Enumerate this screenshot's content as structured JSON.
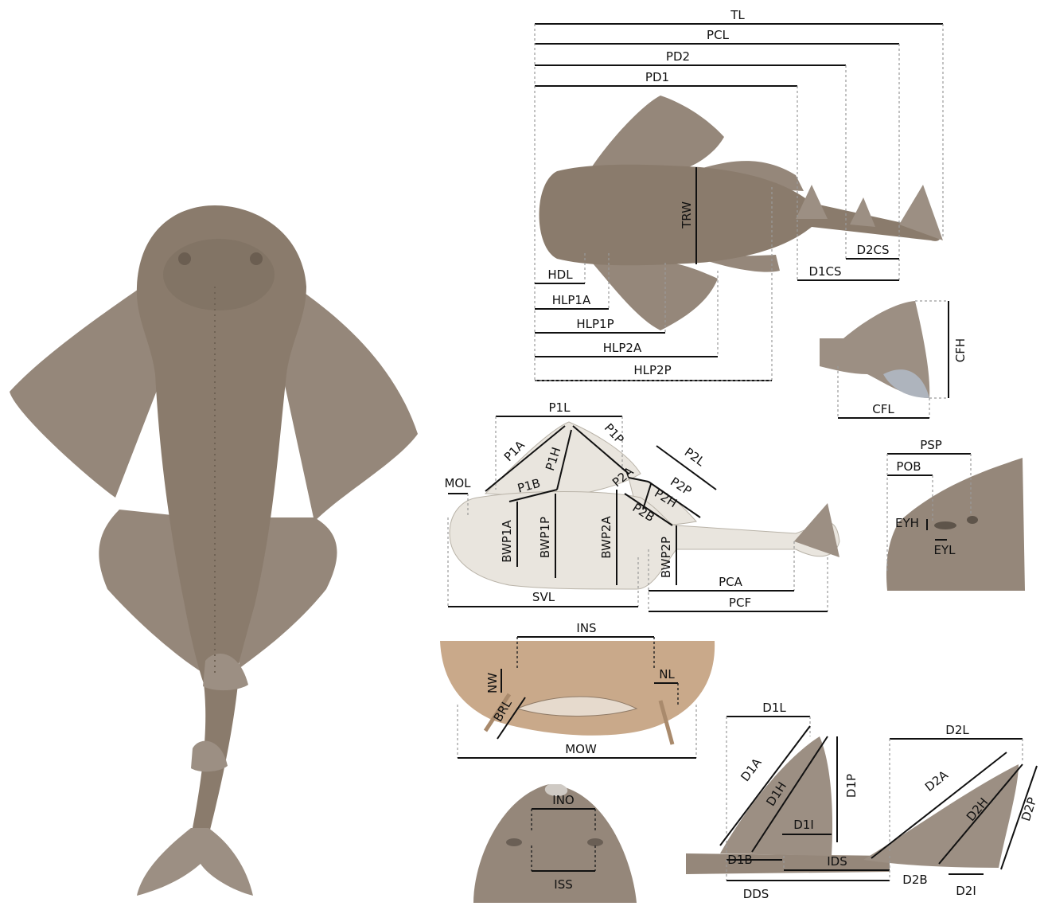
{
  "labels": {
    "tl": "TL",
    "pcl": "PCL",
    "pd2": "PD2",
    "pd1": "PD1",
    "trw": "TRW",
    "hdl": "HDL",
    "hlp1a": "HLP1A",
    "hlp1p": "HLP1P",
    "hlp2a": "HLP2A",
    "hlp2p": "HLP2P",
    "d2cs": "D2CS",
    "d1cs": "D1CS",
    "cfh": "CFH",
    "cfl": "CFL",
    "p1l": "P1L",
    "p1a": "P1A",
    "p1h": "P1H",
    "p1p": "P1P",
    "p1b": "P1B",
    "p2l": "P2L",
    "p2a": "P2A",
    "p2p": "P2P",
    "p2h": "P2H",
    "p2b": "P2B",
    "mol": "MOL",
    "bwp1a": "BWP1A",
    "bwp1p": "BWP1P",
    "bwp2a": "BWP2A",
    "bwp2p": "BWP2P",
    "svl": "SVL",
    "pca": "PCA",
    "pcf": "PCF",
    "psp": "PSP",
    "pob": "POB",
    "eyh": "EYH",
    "eyl": "EYL",
    "ins": "INS",
    "nw": "NW",
    "nl": "NL",
    "brl": "BRL",
    "mow": "MOW",
    "d1l": "D1L",
    "d1a": "D1A",
    "d1h": "D1H",
    "d1p": "D1P",
    "d1i": "D1I",
    "d1b": "D1B",
    "d2l": "D2L",
    "d2a": "D2A",
    "d2h": "D2H",
    "d2p": "D2P",
    "d2b": "D2B",
    "d2i": "D2I",
    "dds": "DDS",
    "ids": "IDS",
    "ino": "INO",
    "iss": "ISS"
  }
}
